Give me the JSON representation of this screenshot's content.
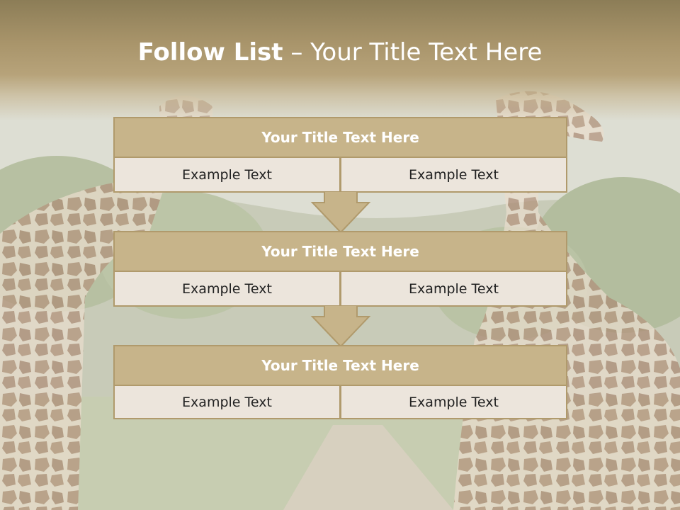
{
  "slide": {
    "title_bold": "Follow List",
    "title_rest": "– Your Title Text Here"
  },
  "blocks": [
    {
      "title": "Your Title Text Here",
      "left": "Example Text",
      "right": "Example Text"
    },
    {
      "title": "Your Title Text Here",
      "left": "Example Text",
      "right": "Example Text"
    },
    {
      "title": "Your Title Text Here",
      "left": "Example Text",
      "right": "Example Text"
    }
  ],
  "colors": {
    "header": "#a8946a",
    "title_box": "#c7b48a",
    "cell_box": "#ece5dc",
    "border": "#b09a6c"
  },
  "background": "faded photo of giraffes on a dirt road with green trees"
}
